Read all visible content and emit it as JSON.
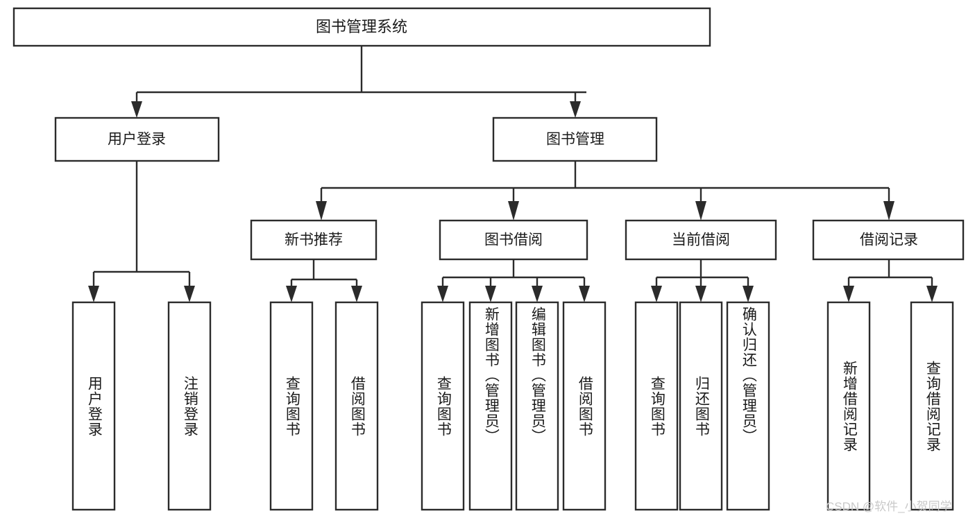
{
  "diagram": {
    "type": "tree",
    "title": "图书管理系统",
    "watermark": "CSDN @软件_小贺同学",
    "colors": {
      "stroke": "#2b2b2b",
      "fill": "#ffffff",
      "text": "#1a1a1a",
      "watermark": "#c9c9c9"
    },
    "root": {
      "label": "图书管理系统"
    },
    "level2": [
      {
        "label": "用户登录"
      },
      {
        "label": "图书管理"
      }
    ],
    "level3": [
      {
        "label": "新书推荐"
      },
      {
        "label": "图书借阅"
      },
      {
        "label": "当前借阅"
      },
      {
        "label": "借阅记录"
      }
    ],
    "leaves": {
      "user_login": [
        {
          "label": "用户登录"
        },
        {
          "label": "注销登录"
        }
      ],
      "new_book_recommend": [
        {
          "label": "查询图书"
        },
        {
          "label": "借阅图书"
        }
      ],
      "book_borrow": [
        {
          "label": "查询图书"
        },
        {
          "label": "新增图书（管理员）"
        },
        {
          "label": "编辑图书（管理员）"
        },
        {
          "label": "借阅图书"
        }
      ],
      "current_borrow": [
        {
          "label": "查询图书"
        },
        {
          "label": "归还图书"
        },
        {
          "label": "确认归还（管理员）"
        }
      ],
      "borrow_records": [
        {
          "label": "新增借阅记录"
        },
        {
          "label": "查询借阅记录"
        }
      ]
    }
  }
}
